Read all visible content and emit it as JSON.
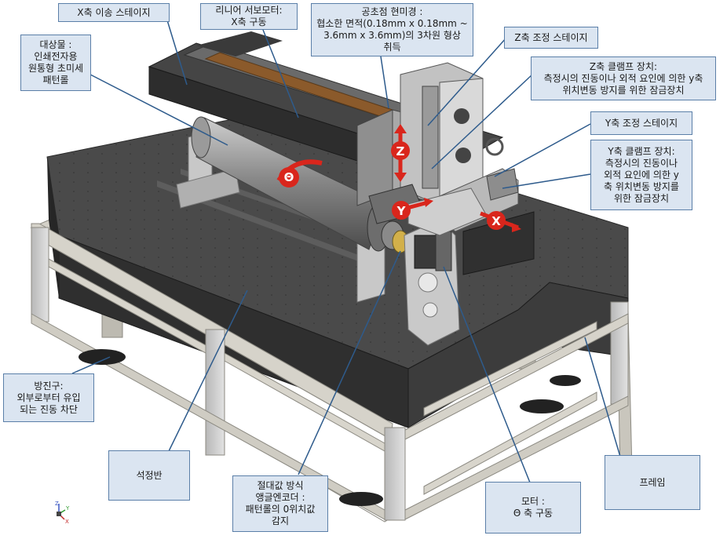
{
  "callouts": {
    "x_stage": "X축 이송 스테이지",
    "linear_servo": [
      "리니어 서보모터:",
      "X축 구동"
    ],
    "confocal": [
      "공초점 현미경 :",
      "협소한 면적(0.18mm x 0.18mm ~",
      "3.6mm x 3.6mm)의 3차원 형상",
      "취득"
    ],
    "z_stage": "Z축 조정 스테이지",
    "target": [
      "대상물 :",
      "인쇄전자용",
      "원통형 초미세",
      "패턴롤"
    ],
    "z_clamp": [
      "Z축 클램프 장치:",
      "측정시의 진동이나 외적 요인에 의한 y축",
      "위치변동 방지를 위한 잠금장치"
    ],
    "y_stage": "Y축 조정 스테이지",
    "y_clamp": [
      "Y축 클램프 장치:",
      "측정시의 진동이나",
      "외적 요인에 의한 y",
      "축 위치변동 방지를",
      "위한 잠금장치"
    ],
    "isolator": [
      "방진구:",
      "외부로부터 유입",
      "되는 진동 차단"
    ],
    "granite": "석정반",
    "encoder": [
      "절대값 방식",
      "앵글엔코더 :",
      "패턴롤의 0위치값",
      "감지"
    ],
    "motor": [
      "모터 :",
      "Θ 축 구동"
    ],
    "frame": "프레임"
  },
  "axis_marks": {
    "theta": "Θ",
    "z": "Z",
    "y": "Y",
    "x": "X"
  },
  "triad": {
    "z": "Z",
    "y": "Y",
    "x": "X"
  },
  "colors": {
    "callout_fill": "#dbe5f1",
    "callout_border": "#5b7fa8",
    "leader": "#2e5b8c",
    "axis_mark": "#d9261c",
    "granite": "#3a3a3a",
    "frame": "#c9c6bd"
  }
}
